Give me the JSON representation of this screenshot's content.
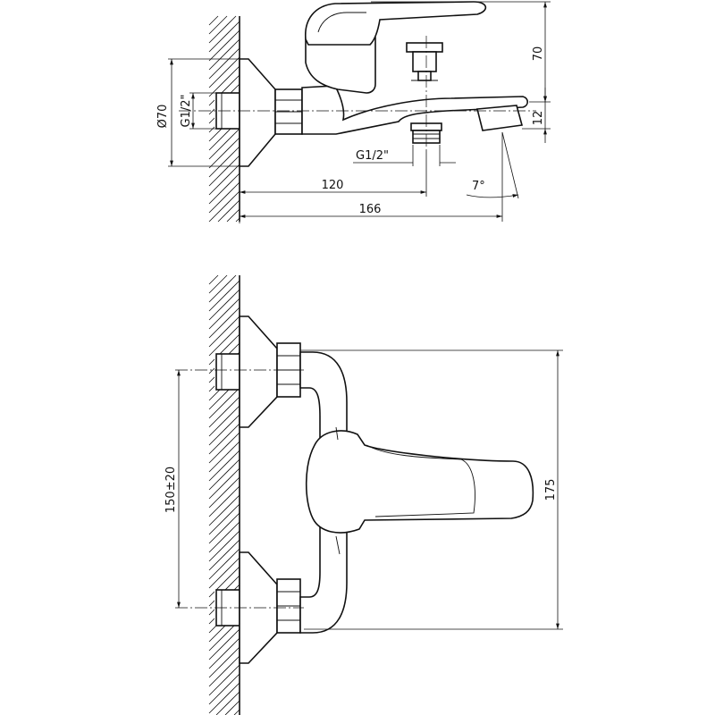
{
  "colors": {
    "line": "#111111",
    "background": "#ffffff"
  },
  "side_view": {
    "dim_height": "70",
    "dim_spout": "12",
    "dim_diameter": "Ø70",
    "dim_thread_inlet": "G1/2\"",
    "dim_thread_outlet": "G1/2\"",
    "dim_length_outlet": "120",
    "dim_length_total": "166",
    "dim_angle": "7°"
  },
  "front_view": {
    "dim_spacing": "150±20",
    "dim_height": "175"
  }
}
